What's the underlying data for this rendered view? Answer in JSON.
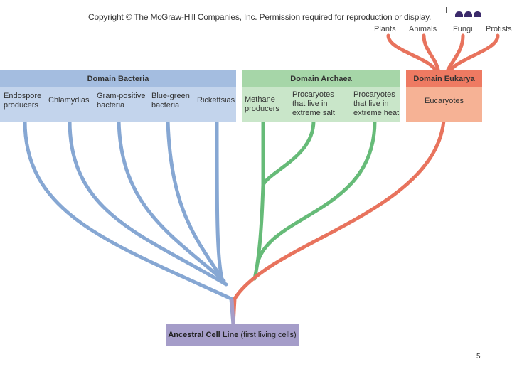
{
  "header": {
    "copyright": "Copyright © The McGraw-Hill Companies, Inc. Permission required for reproduction or display."
  },
  "top_labels": [
    "Plants",
    "Animals",
    "Fungi",
    "Protists"
  ],
  "domains": {
    "bacteria": {
      "title": "Domain Bacteria",
      "members": [
        [
          "Endospore",
          "producers"
        ],
        [
          "Chlamydias"
        ],
        [
          "Gram-positive",
          "bacteria"
        ],
        [
          "Blue-green",
          "bacteria"
        ],
        [
          "Rickettsias"
        ]
      ]
    },
    "archaea": {
      "title": "Domain Archaea",
      "members": [
        [
          "Methane",
          "producers"
        ],
        [
          "Procaryotes",
          "that live in",
          "extreme salt"
        ],
        [
          "Procaryotes",
          "that live in",
          "extreme heat"
        ]
      ]
    },
    "eukarya": {
      "title": "Domain Eukarya",
      "members": [
        [
          "Eucaryotes"
        ]
      ]
    }
  },
  "root": {
    "label_bold": "Ancestral Cell Line",
    "label_rest": " (first living cells)"
  },
  "page_number": "5",
  "colors": {
    "bacteria_header": "#a4bde0",
    "bacteria_body": "#c3d4ec",
    "bacteria_line": "#86a7d3",
    "archaea_header": "#a6d6a8",
    "archaea_body": "#c9e6c9",
    "archaea_line": "#66bb78",
    "eukarya_header": "#ee7a62",
    "eukarya_body": "#f6b295",
    "eukarya_line": "#e8735d",
    "root_box": "#a59dc9"
  }
}
